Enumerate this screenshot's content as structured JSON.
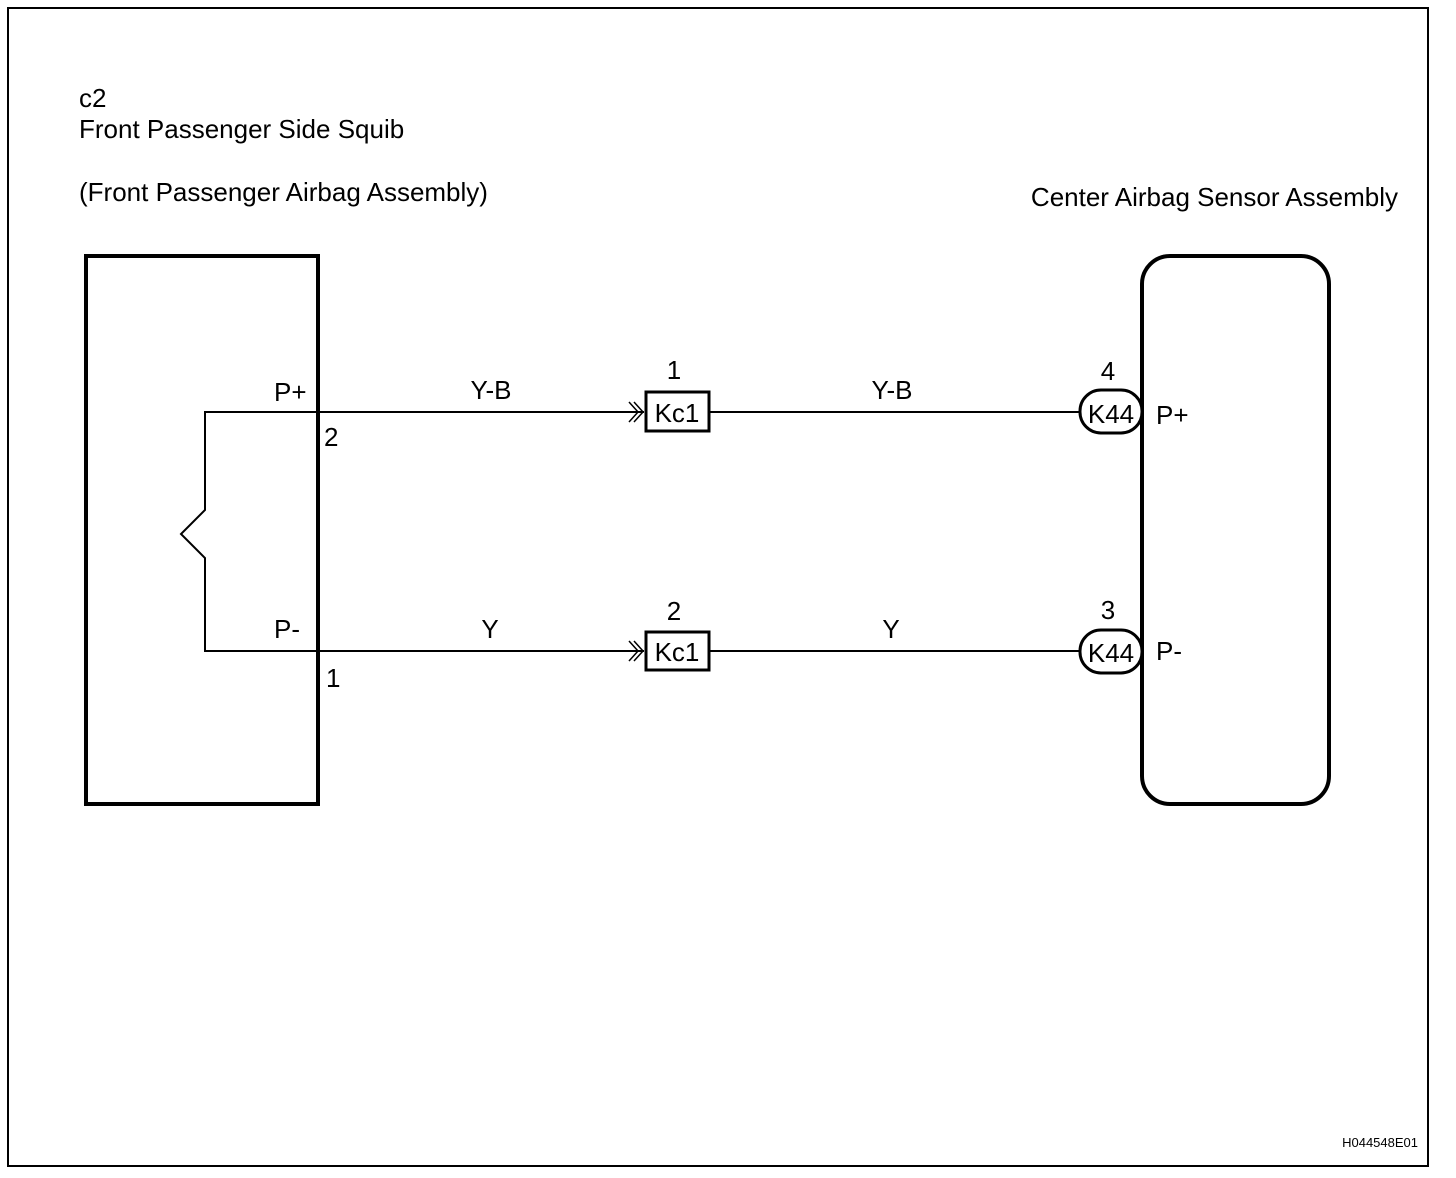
{
  "left_component": {
    "code": "c2",
    "name": "Front Passenger Side Squib",
    "assembly": "(Front Passenger Airbag Assembly)",
    "pins": {
      "p_plus": {
        "label": "P+",
        "number": "2"
      },
      "p_minus": {
        "label": "P-",
        "number": "1"
      }
    }
  },
  "right_component": {
    "name": "Center Airbag Sensor Assembly",
    "pins": {
      "p_plus": {
        "label": "P+",
        "number": "4",
        "connector": "K44"
      },
      "p_minus": {
        "label": "P-",
        "number": "3",
        "connector": "K44"
      }
    }
  },
  "junction": {
    "upper": {
      "connector": "Kc1",
      "number": "1"
    },
    "lower": {
      "connector": "Kc1",
      "number": "2"
    }
  },
  "wires": {
    "upper_left": "Y-B",
    "upper_right": "Y-B",
    "lower_left": "Y",
    "lower_right": "Y"
  },
  "figure_id": "H044548E01"
}
